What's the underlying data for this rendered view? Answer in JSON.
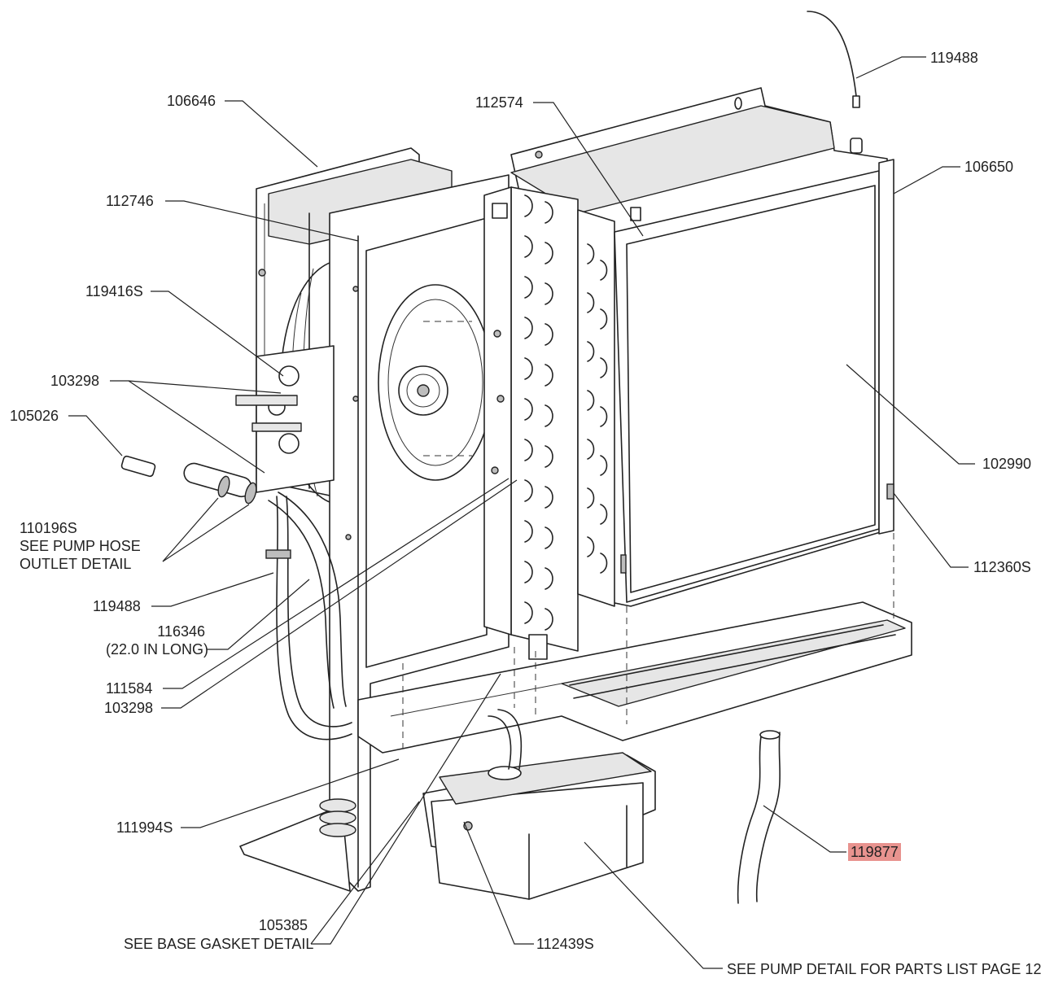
{
  "labels": {
    "p119488_top": "119488",
    "p106646": "106646",
    "p112574": "112574",
    "p106650": "106650",
    "p112746": "112746",
    "p119416S": "119416S",
    "p103298_a": "103298",
    "p105026": "105026",
    "p102990": "102990",
    "p110196S_1": "110196S",
    "p110196S_2": "SEE PUMP HOSE",
    "p110196S_3": "OUTLET DETAIL",
    "p112360S": "112360S",
    "p119488_bot": "119488",
    "p116346_1": "116346",
    "p116346_2": "(22.0 IN LONG)",
    "p111584": "111584",
    "p103298_b": "103298",
    "p111994S": "111994S",
    "p119877": "119877",
    "p105385_1": "105385",
    "p105385_2": "SEE BASE GASKET DETAIL",
    "p112439S": "112439S",
    "pump_note": "SEE PUMP DETAIL FOR PARTS LIST PAGE 12"
  },
  "highlight_color": "#e8938f"
}
